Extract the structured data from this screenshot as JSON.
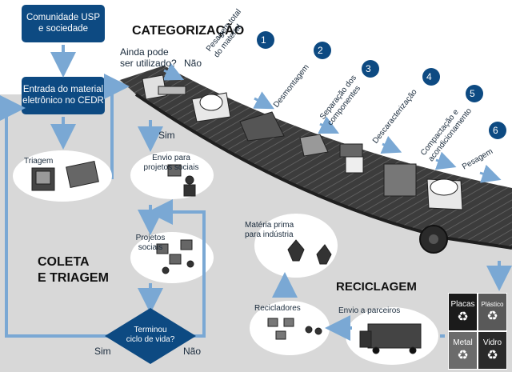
{
  "title_categorizacao": "CATEGORIZAÇÃO",
  "coleta_line1": "COLETA",
  "coleta_line2": "E TRIAGEM",
  "reciclagem": "RECICLAGEM",
  "box_community": [
    "Comunidade USP",
    "e sociedade"
  ],
  "box_entry": [
    "Entrada do material",
    "eletrônico no CEDR"
  ],
  "question_reuse": [
    "Ainda pode",
    "ser utilizado?"
  ],
  "answer_no_top": "Não",
  "answer_yes_middle": "Sim",
  "triagem": "Triagem",
  "envio_projetos": [
    "Envio para",
    "projetos sociais"
  ],
  "projetos_sociais": [
    "Projetos",
    "sociais"
  ],
  "decision": [
    "Terminou",
    "ciclo de vida?"
  ],
  "answer_yes_bottom": "Sim",
  "answer_no_bottom": "Não",
  "steps": [
    {
      "num": "1",
      "label": [
        "Pesagem total",
        "do material"
      ]
    },
    {
      "num": "2",
      "label": [
        "Desmontagem"
      ]
    },
    {
      "num": "3",
      "label": [
        "Separação dos",
        "componentes"
      ]
    },
    {
      "num": "4",
      "label": [
        "Descaracterização"
      ]
    },
    {
      "num": "5",
      "label": [
        "Compactação e",
        "acondicionamento"
      ]
    },
    {
      "num": "6",
      "label": [
        "Pesagem"
      ]
    }
  ],
  "materia_prima": [
    "Matéria prima",
    "para indústria"
  ],
  "recicladores": "Recicladores",
  "envio_parceiros": "Envio a parceiros",
  "bins": [
    {
      "label": "Placas",
      "bg": "#1b1b1b"
    },
    {
      "label": "Plástico",
      "bg": "#595959"
    },
    {
      "label": "Metal",
      "bg": "#6b6b6b"
    },
    {
      "label": "Vidro",
      "bg": "#2a2a2a"
    }
  ],
  "recycle_symbol": "♻",
  "colors": {
    "navy": "#0d4a82",
    "arrow": "#7aa8d4",
    "gray_bg": "#d6d6d6",
    "belt": "#3a3a3a"
  }
}
